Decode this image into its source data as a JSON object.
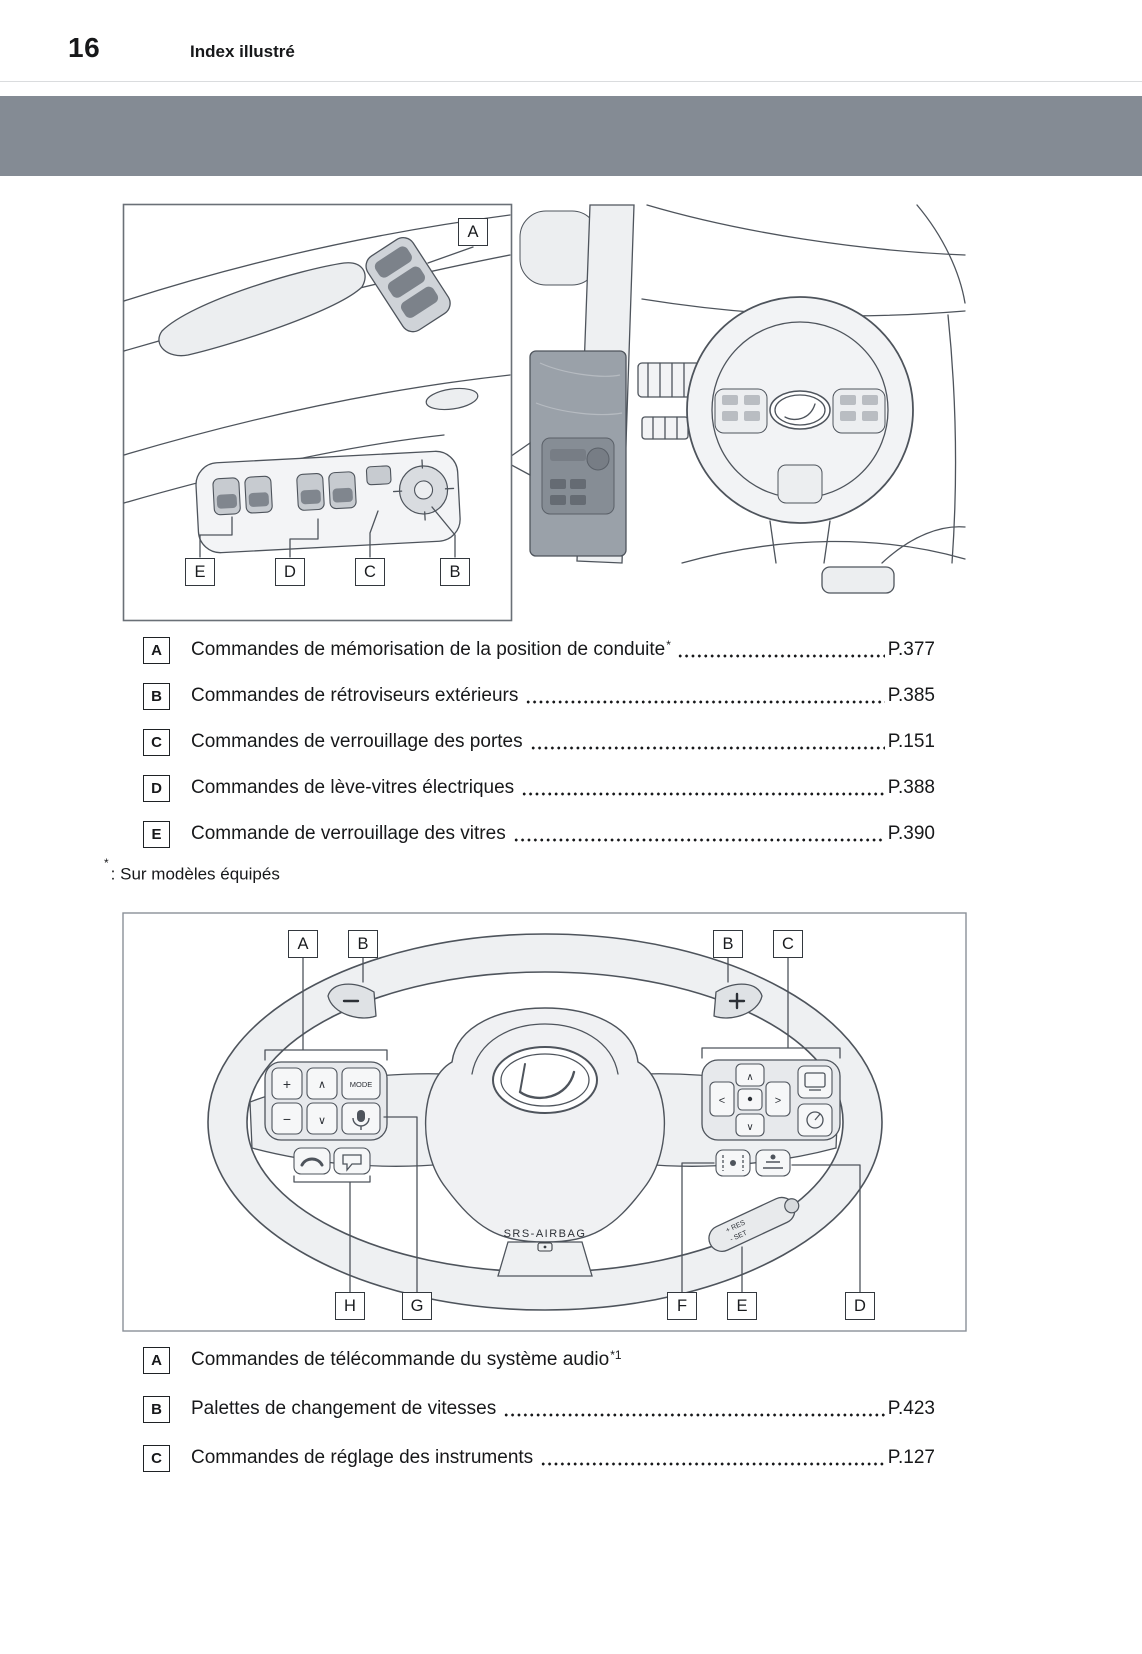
{
  "header": {
    "page_number": "16",
    "section_title": "Index illustré"
  },
  "figure1": {
    "top_label": "A",
    "bottom_labels": [
      "E",
      "D",
      "C",
      "B"
    ]
  },
  "list1": {
    "items": [
      {
        "key": "A",
        "label": "Commandes de mémorisation de la position de conduite",
        "sup": "*",
        "page": "P.377"
      },
      {
        "key": "B",
        "label": "Commandes de rétroviseurs extérieurs",
        "sup": "",
        "page": "P.385"
      },
      {
        "key": "C",
        "label": "Commandes de verrouillage des portes",
        "sup": "",
        "page": "P.151"
      },
      {
        "key": "D",
        "label": "Commandes de lève-vitres électriques",
        "sup": "",
        "page": "P.388"
      },
      {
        "key": "E",
        "label": "Commande de verrouillage des vitres",
        "sup": "",
        "page": "P.390"
      }
    ]
  },
  "footnote": {
    "marker": "*",
    "text": ":  Sur modèles équipés"
  },
  "figure2": {
    "top_labels": [
      "A",
      "B",
      "B",
      "C"
    ],
    "bottom_labels": [
      "H",
      "G",
      "F",
      "E",
      "D"
    ],
    "airbag_text": "SRS-AIRBAG",
    "buttons": {
      "plus": "+",
      "minus": "−",
      "up": "∧",
      "down": "∨",
      "left": "<",
      "right": ">",
      "mode": "MODE"
    },
    "stalk_text_1": "+ RES",
    "stalk_text_2": "- SET"
  },
  "list2": {
    "items": [
      {
        "key": "A",
        "label": "Commandes de télécommande du système audio",
        "sup": "*1",
        "page": ""
      },
      {
        "key": "B",
        "label": "Palettes de changement de vitesses",
        "sup": "",
        "page": "P.423"
      },
      {
        "key": "C",
        "label": "Commandes de réglage des instruments",
        "sup": "",
        "page": "P.127"
      }
    ]
  }
}
